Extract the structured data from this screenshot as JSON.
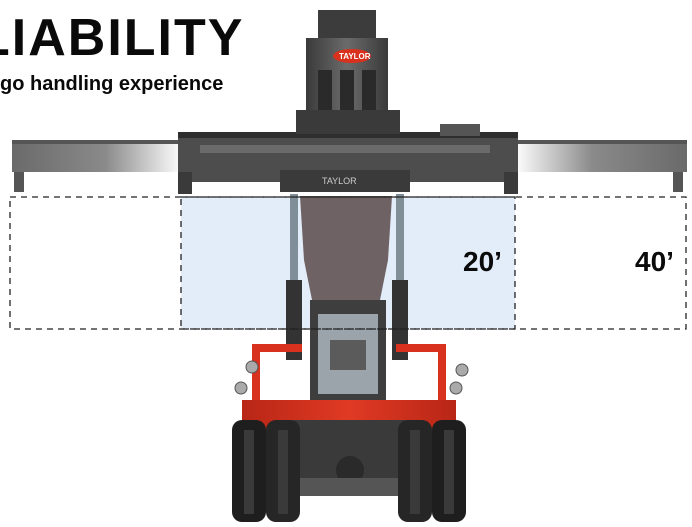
{
  "headline": "LIABILITY",
  "subheadline": "go handling experience",
  "brand_logo_text": "TAYLOR",
  "spreader_label": "TAYLOR",
  "container_sizes": [
    {
      "label": "20’"
    },
    {
      "label": "40’"
    }
  ],
  "colors": {
    "chassis": "#d8321e",
    "boom": "#4a4a4a",
    "tire": "#202020",
    "container_zone_20": "#e3ecf9"
  }
}
